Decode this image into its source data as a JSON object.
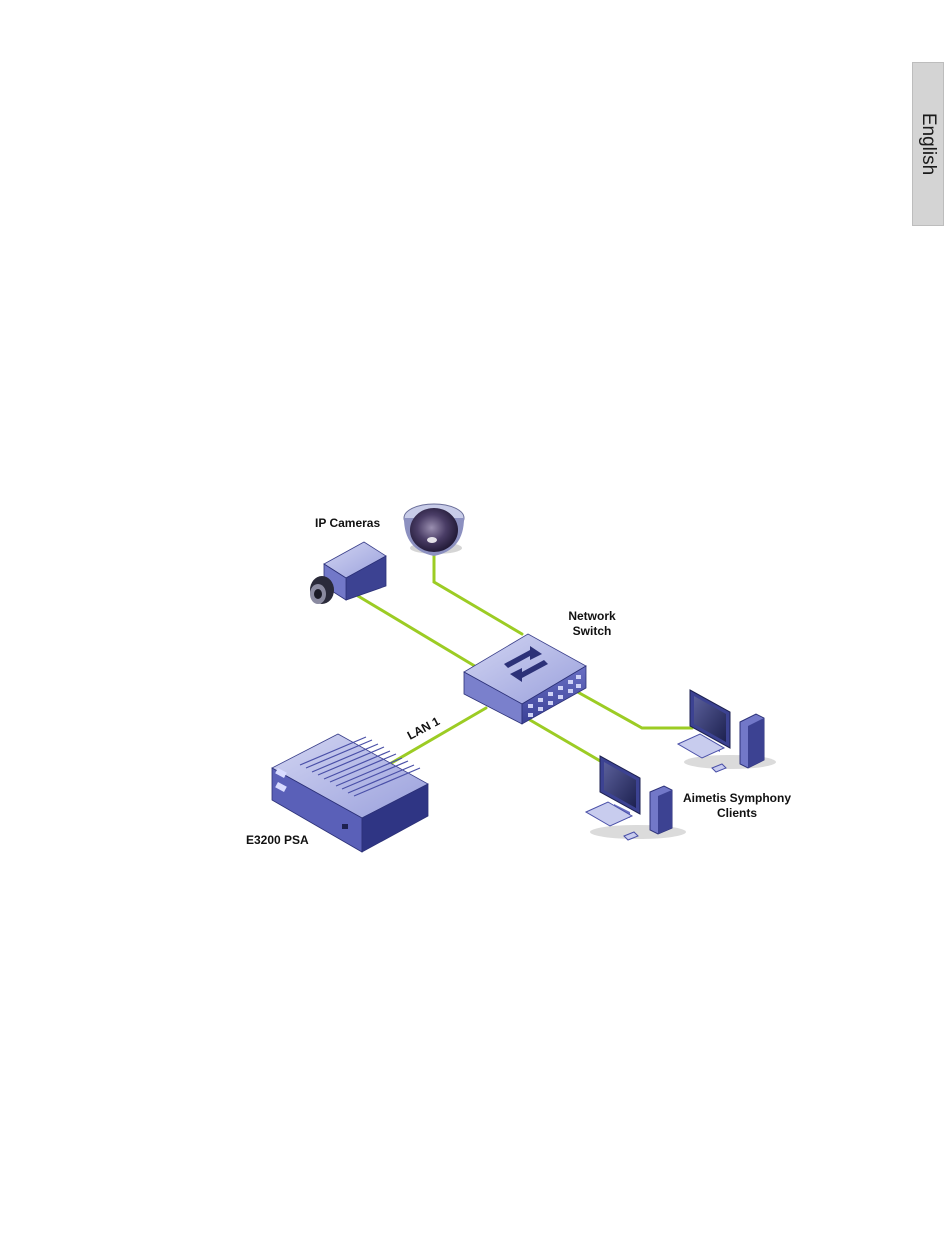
{
  "language_tab": "English",
  "diagram": {
    "labels": {
      "ip_cameras": "IP Cameras",
      "network_switch_line1": "Network",
      "network_switch_line2": "Switch",
      "lan": "LAN 1",
      "appliance": "E3200 PSA",
      "clients_line1": "Aimetis Symphony",
      "clients_line2": "Clients"
    },
    "colors": {
      "cable": "#9ccc24",
      "device_top": "#b8bce8",
      "device_side": "#4a50a8",
      "device_dark": "#2c3178"
    }
  }
}
